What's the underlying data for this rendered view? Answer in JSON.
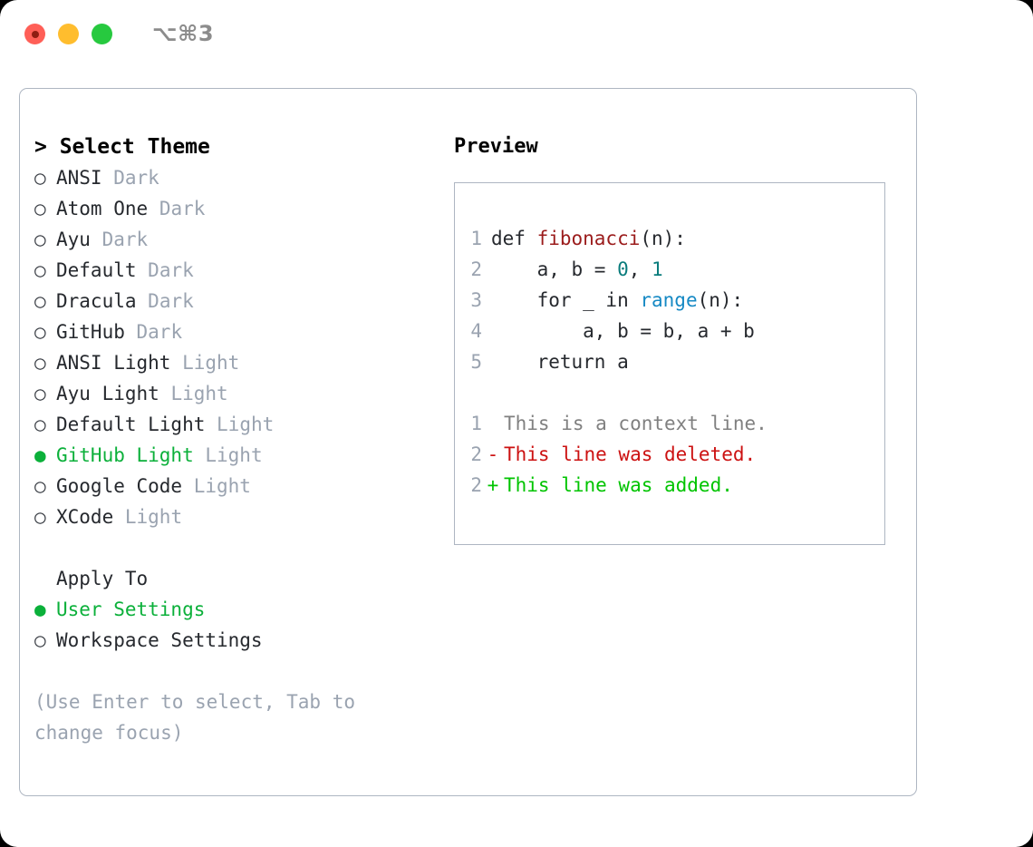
{
  "window": {
    "shortcut_label": "⌥⌘3",
    "traffic_lights": [
      {
        "name": "close",
        "color": "#ff5f57"
      },
      {
        "name": "minimize",
        "color": "#ffbd2e"
      },
      {
        "name": "maximize",
        "color": "#27c93f"
      }
    ]
  },
  "theme_picker": {
    "header": "> Select Theme",
    "items": [
      {
        "marker": "○",
        "name": "ANSI",
        "tag": "Dark",
        "selected": false
      },
      {
        "marker": "○",
        "name": "Atom One",
        "tag": "Dark",
        "selected": false
      },
      {
        "marker": "○",
        "name": "Ayu",
        "tag": "Dark",
        "selected": false
      },
      {
        "marker": "○",
        "name": "Default",
        "tag": "Dark",
        "selected": false
      },
      {
        "marker": "○",
        "name": "Dracula",
        "tag": "Dark",
        "selected": false
      },
      {
        "marker": "○",
        "name": "GitHub",
        "tag": "Dark",
        "selected": false
      },
      {
        "marker": "○",
        "name": "ANSI Light",
        "tag": "Light",
        "selected": false
      },
      {
        "marker": "○",
        "name": "Ayu Light",
        "tag": "Light",
        "selected": false
      },
      {
        "marker": "○",
        "name": "Default Light",
        "tag": "Light",
        "selected": false
      },
      {
        "marker": "●",
        "name": "GitHub Light",
        "tag": "Light",
        "selected": true
      },
      {
        "marker": "○",
        "name": "Google Code",
        "tag": "Light",
        "selected": false
      },
      {
        "marker": "○",
        "name": "XCode",
        "tag": "Light",
        "selected": false
      }
    ]
  },
  "apply_to": {
    "label": "Apply To",
    "items": [
      {
        "marker": "●",
        "name": "User Settings",
        "selected": true
      },
      {
        "marker": "○",
        "name": "Workspace Settings",
        "selected": false
      }
    ]
  },
  "hint": "(Use Enter to select, Tab to change focus)",
  "preview": {
    "title": "Preview",
    "code_lines": [
      {
        "number": "1",
        "tokens": [
          {
            "text": "def ",
            "type": "plain"
          },
          {
            "text": "fibonacci",
            "type": "fn"
          },
          {
            "text": "(n):",
            "type": "plain"
          }
        ]
      },
      {
        "number": "2",
        "tokens": [
          {
            "text": "    a, b = ",
            "type": "plain"
          },
          {
            "text": "0",
            "type": "num"
          },
          {
            "text": ", ",
            "type": "plain"
          },
          {
            "text": "1",
            "type": "num"
          }
        ]
      },
      {
        "number": "3",
        "tokens": [
          {
            "text": "    for _ in ",
            "type": "plain"
          },
          {
            "text": "range",
            "type": "call"
          },
          {
            "text": "(n):",
            "type": "plain"
          }
        ]
      },
      {
        "number": "4",
        "tokens": [
          {
            "text": "        a, b = b, a + b",
            "type": "plain"
          }
        ]
      },
      {
        "number": "5",
        "tokens": [
          {
            "text": "    return a",
            "type": "plain"
          }
        ]
      }
    ],
    "diff_lines": [
      {
        "number": "1",
        "mark": " ",
        "text": "This is a context line.",
        "kind": "context"
      },
      {
        "number": "2",
        "mark": "-",
        "text": "This line was deleted.",
        "kind": "deleted"
      },
      {
        "number": "2",
        "mark": "+",
        "text": "This line was added.",
        "kind": "added"
      }
    ]
  },
  "colors": {
    "accent_green": "#0bb03a",
    "muted": "#9aa3b0",
    "border": "#aeb6c2",
    "code_fn": "#9b1c1c",
    "code_num": "#0a7c7c",
    "code_call": "#1689c4",
    "diff_add": "#00c400",
    "diff_del": "#cc1111"
  }
}
